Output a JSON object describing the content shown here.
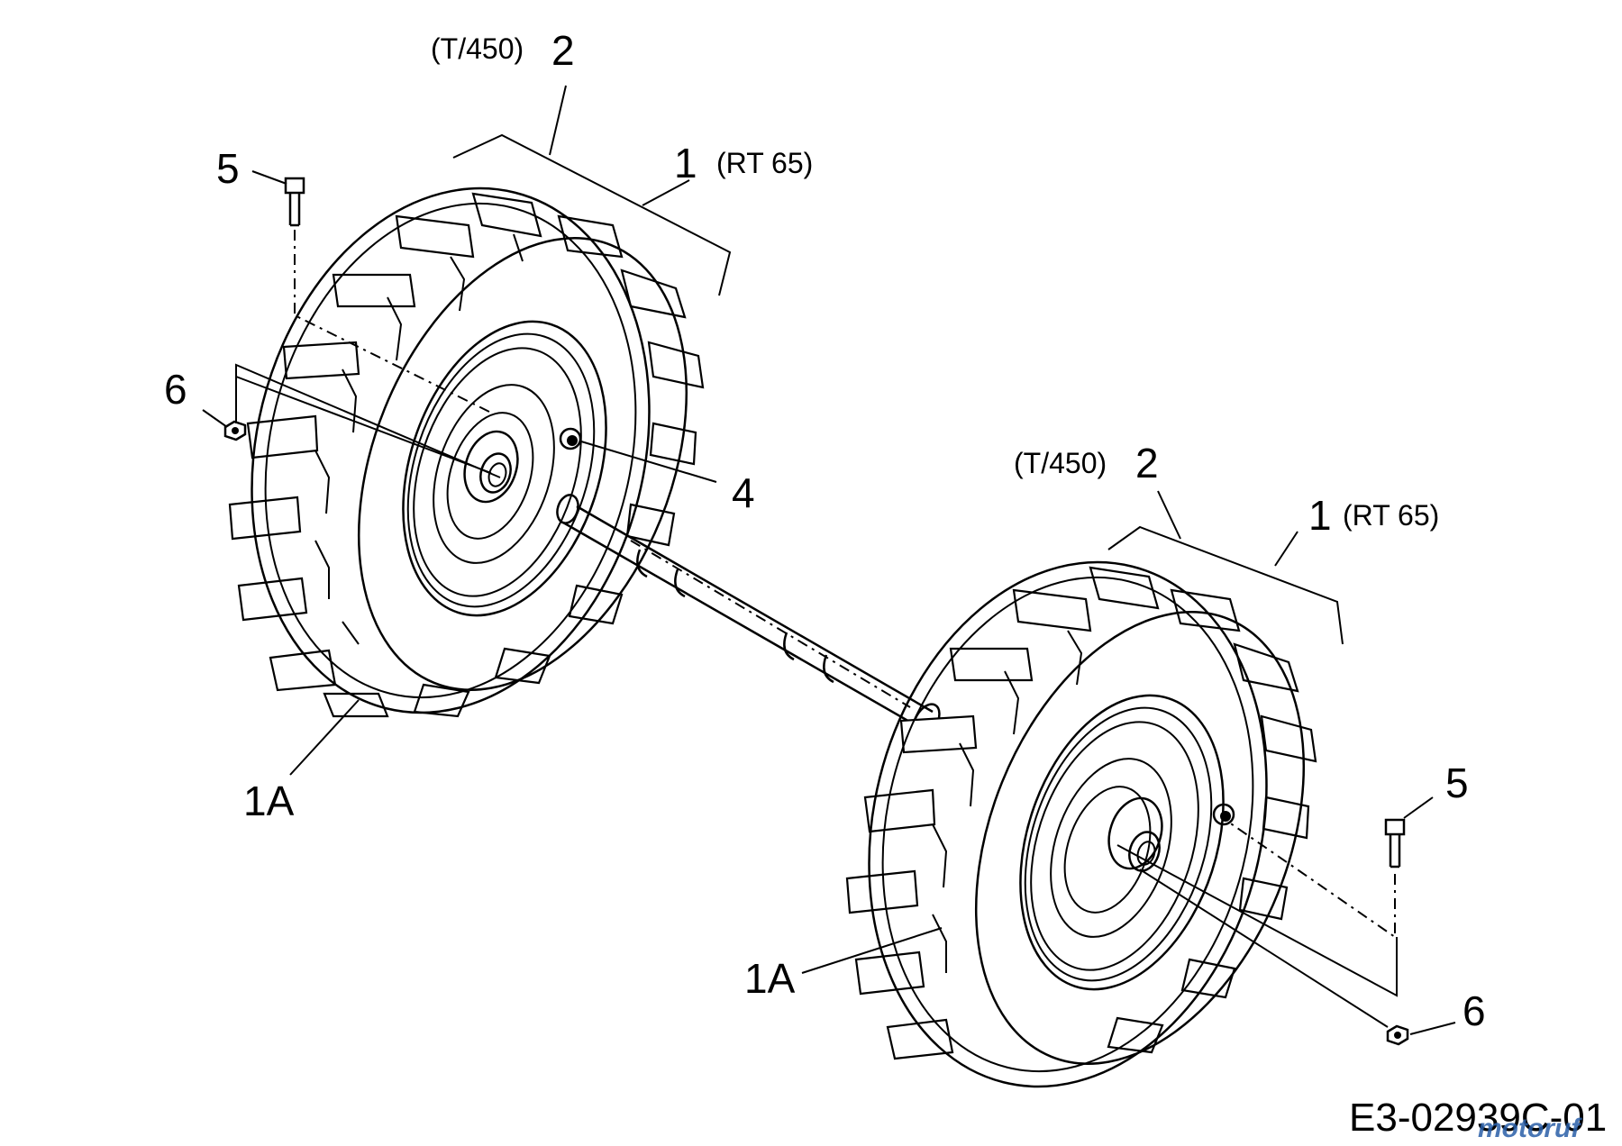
{
  "callouts": {
    "upper_t450": "(T/450)",
    "upper_2": "2",
    "upper_1": "1",
    "upper_rt65": "(RT 65)",
    "upper_5": "5",
    "upper_6": "6",
    "upper_4": "4",
    "upper_1a": "1A",
    "lower_t450": "(T/450)",
    "lower_2": "2",
    "lower_1": "1",
    "lower_rt65": "(RT 65)",
    "lower_5": "5",
    "lower_6": "6",
    "lower_1a": "1A"
  },
  "drawing_code": "E3-02939C-01",
  "watermark": "motoruf",
  "icons": [
    "wheel-left",
    "wheel-right",
    "axle-shaft",
    "bolt",
    "nut"
  ]
}
